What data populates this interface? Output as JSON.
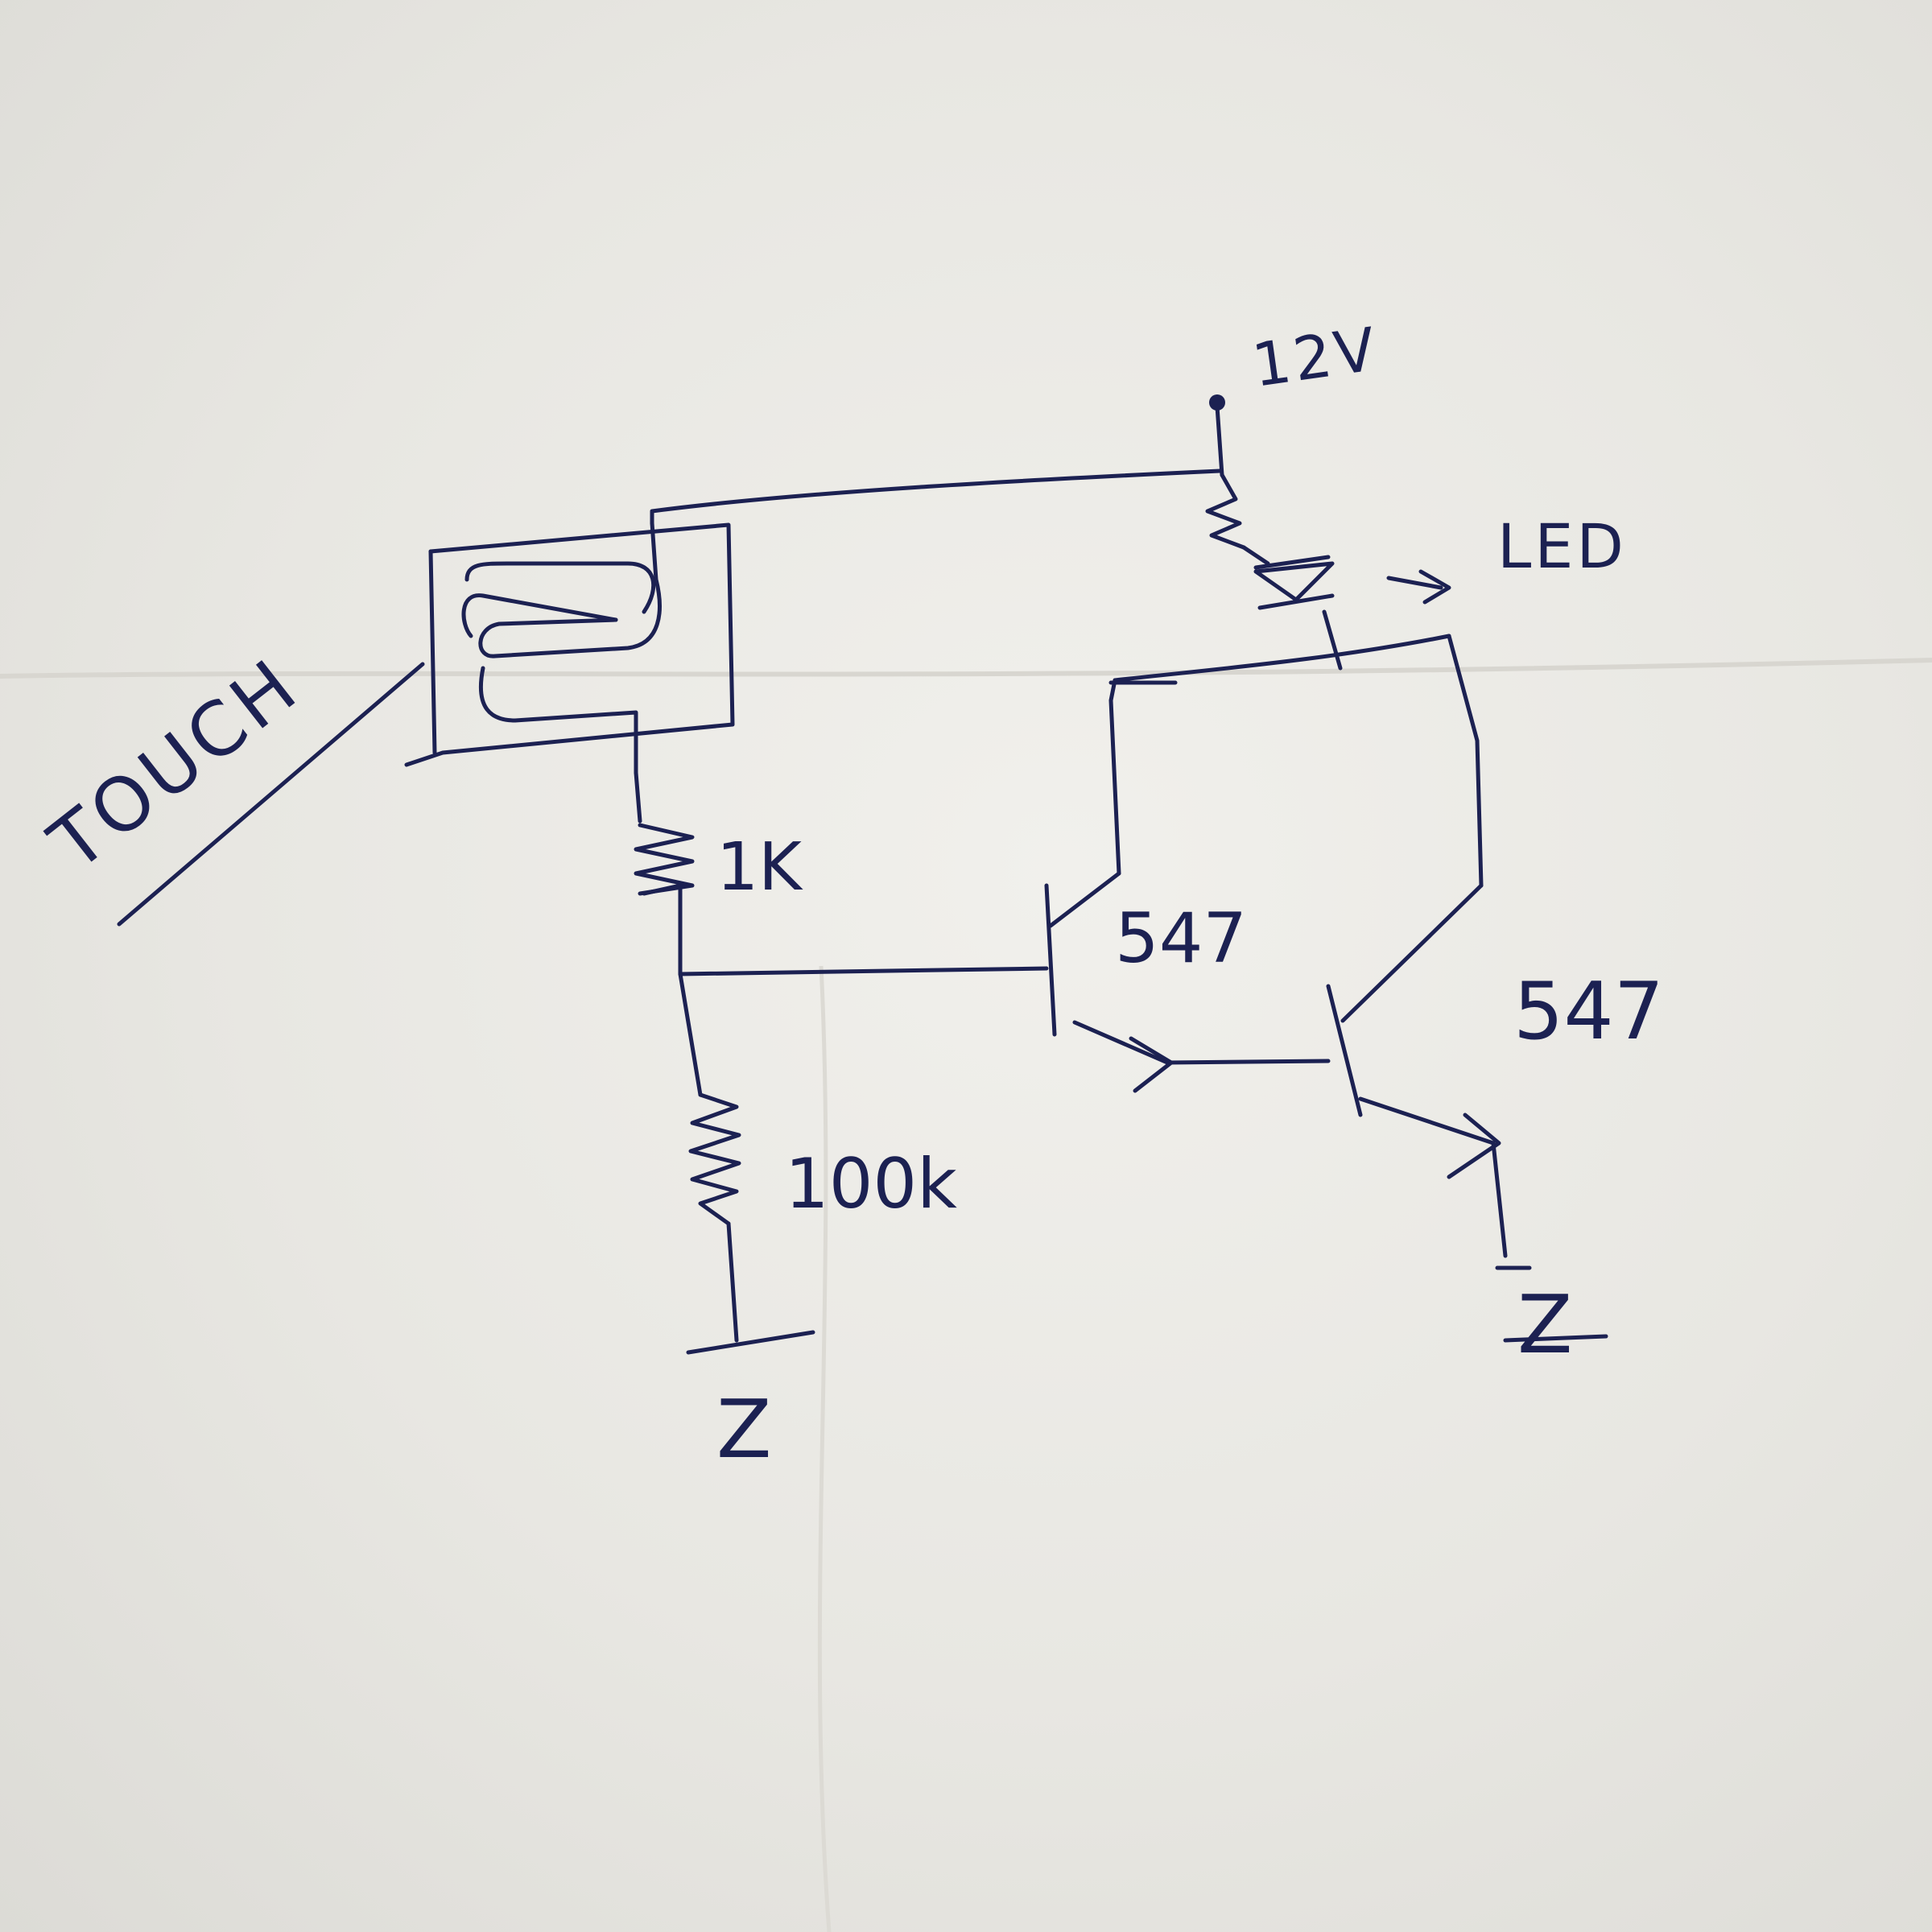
{
  "labels": {
    "supply": "12V",
    "led": "LED",
    "touch": "TOUCH",
    "r1": "1K",
    "r2": "100k",
    "q1": "547",
    "q2": "547",
    "gnd1": "Z",
    "gnd2": "Z"
  },
  "background_colors": {
    "paper": "#ecebe7",
    "ink": "#1c2152"
  }
}
